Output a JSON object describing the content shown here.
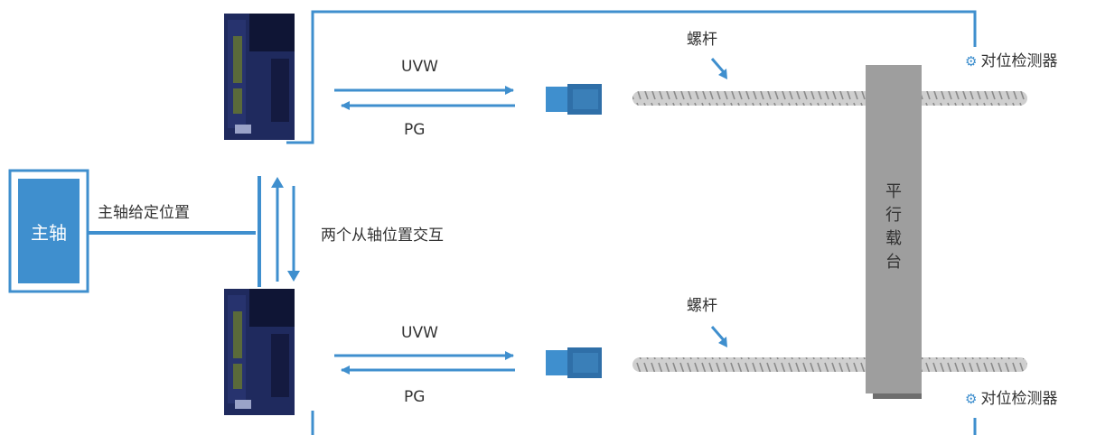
{
  "colors": {
    "accent": "#3f8fce",
    "stage": "#9e9e9e",
    "drive": "#1f2a5e",
    "screw": "#c8c8c8"
  },
  "master": {
    "label": "主轴",
    "position_label": "主轴给定位置"
  },
  "interaction_label": "两个从轴位置交互",
  "top_axis": {
    "uvw": "UVW",
    "pg": "PG",
    "screw": "螺杆",
    "detector": "对位检测器",
    "detector_icon": "gear-icon"
  },
  "bottom_axis": {
    "uvw": "UVW",
    "pg": "PG",
    "screw": "螺杆",
    "detector": "对位检测器",
    "detector_icon": "gear-icon"
  },
  "stage": {
    "chars": [
      "平",
      "行",
      "载",
      "台"
    ]
  }
}
